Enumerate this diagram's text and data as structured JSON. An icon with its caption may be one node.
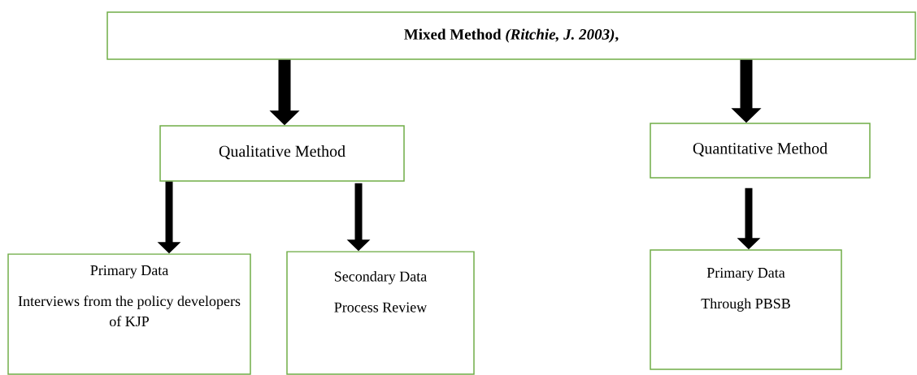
{
  "diagram": {
    "nodes": [
      {
        "text": [
          "Mixed Method    *(Ritchie, J. 2003)*,"
        ]
      },
      {
        "text": [
          "Qualitative Method"
        ]
      },
      {
        "text": [
          "Quantitative Method"
        ]
      },
      {
        "text": [
          "Primary Data",
          "Interviews from the policy developers of KJP"
        ]
      },
      {
        "text": [
          "Secondary Data",
          "Process Review"
        ]
      },
      {
        "text": [
          "Primary Data",
          "Through PBSB"
        ]
      }
    ],
    "edges": [
      {
        "from": 0,
        "to": 1,
        "arrow": "to"
      },
      {
        "from": 0,
        "to": 2,
        "arrow": "to"
      },
      {
        "from": 1,
        "to": 3,
        "arrow": "to"
      },
      {
        "from": 1,
        "to": 4,
        "arrow": "to"
      },
      {
        "from": 2,
        "to": 5,
        "arrow": "to"
      }
    ]
  }
}
